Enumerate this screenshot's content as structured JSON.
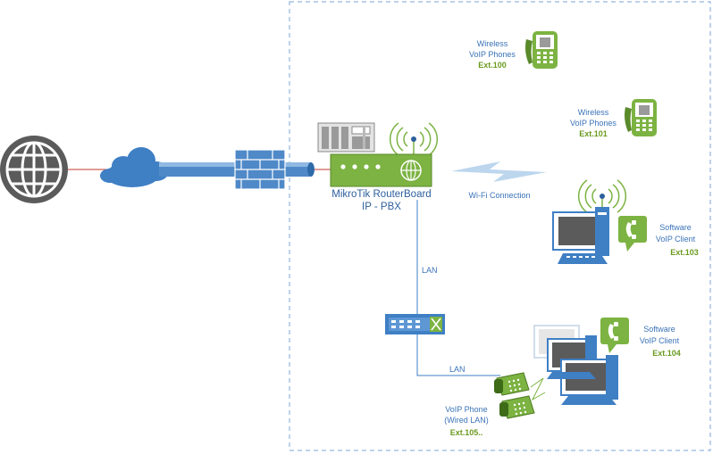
{
  "router": {
    "name": "MikroTik RouterBoard",
    "role": "IP - PBX"
  },
  "wifi_label": "Wi-Fi Connection",
  "lan_label_1": "LAN",
  "lan_label_2": "LAN",
  "phone_100": {
    "line1": "Wireless",
    "line2": "VoIP Phones",
    "ext": "Ext.100"
  },
  "phone_101": {
    "line1": "Wireless",
    "line2": "VoIP Phones",
    "ext": "Ext.101"
  },
  "client_103": {
    "line1": "Software",
    "line2": "VoIP Client",
    "ext": "Ext.103"
  },
  "client_104": {
    "line1": "Software",
    "line2": "VoIP Client",
    "ext": "Ext.104"
  },
  "phone_105": {
    "line1": "VoIP Phone",
    "line2": "(Wired LAN)",
    "ext": "Ext.105.."
  },
  "colors": {
    "green": "#7cb342",
    "blue": "#3f7fc4",
    "gray": "#666666",
    "link_red": "#c0392b"
  }
}
